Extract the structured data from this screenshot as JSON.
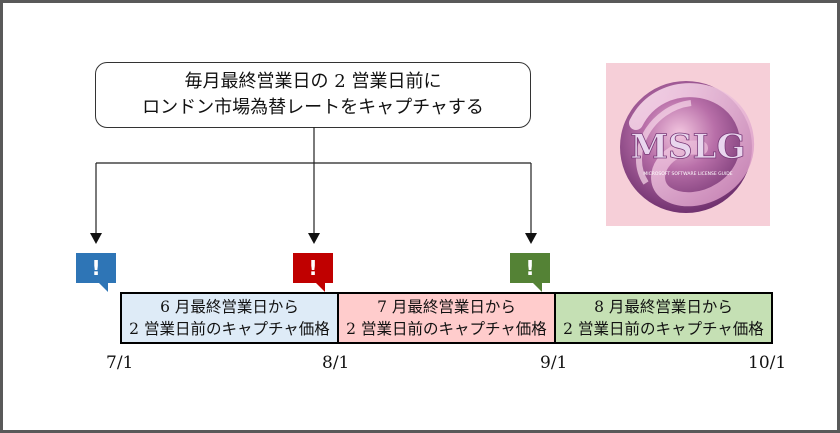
{
  "callout": {
    "line1": "毎月最終営業日の 2 営業日前に",
    "line2": "ロンドン市場為替レートをキャプチャする"
  },
  "markers": [
    {
      "symbol": "!",
      "color": "#2e75b6"
    },
    {
      "symbol": "!",
      "color": "#c00000"
    },
    {
      "symbol": "!",
      "color": "#548235"
    }
  ],
  "periods": [
    {
      "line1": "6 月最終営業日から",
      "line2": "2 営業日前のキャプチャ価格",
      "color": "#deebf7"
    },
    {
      "line1": "7 月最終営業日から",
      "line2": "2 営業日前のキャプチャ価格",
      "color": "#ffcccc"
    },
    {
      "line1": "8 月最終営業日から",
      "line2": "2 営業日前のキャプチャ価格",
      "color": "#c5e0b4"
    }
  ],
  "ticks": [
    "7/1",
    "8/1",
    "9/1",
    "10/1"
  ],
  "logo": {
    "text": "MSLG",
    "subtext": "MICROSOFT SOFTWARE LICENSE GUIDE"
  }
}
